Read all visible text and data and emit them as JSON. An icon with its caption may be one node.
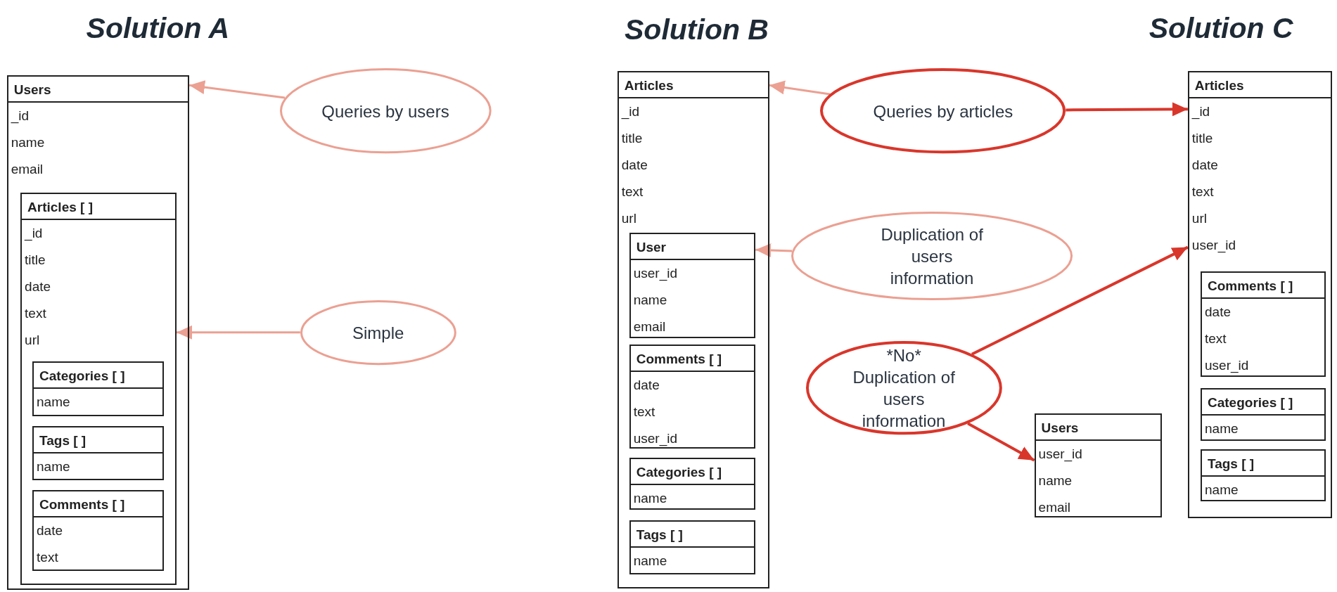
{
  "diagram": {
    "nodes": [
      {
        "text": [
          "Users",
          "_id",
          "name",
          "email"
        ]
      },
      {
        "text": [
          "Articles [ ]",
          "_id",
          "title",
          "date",
          "text",
          "url"
        ],
        "in": 0
      },
      {
        "text": [
          "Categories [ ]",
          "name"
        ],
        "in": 1
      },
      {
        "text": [
          "Tags [ ]",
          "name"
        ],
        "in": 1
      },
      {
        "text": [
          "Comments [ ]",
          "date",
          "text"
        ],
        "in": 1
      },
      {
        "text": [
          "Queries by users"
        ]
      },
      {
        "text": [
          "Simple"
        ]
      },
      {
        "text": [
          "Articles",
          "_id",
          "title",
          "date",
          "text",
          "url"
        ]
      },
      {
        "text": [
          "User",
          "user_id",
          "name",
          "email"
        ],
        "in": 7
      },
      {
        "text": [
          "Comments [ ]",
          "date",
          "text",
          "user_id"
        ],
        "in": 7
      },
      {
        "text": [
          "Categories [ ]",
          "name"
        ],
        "in": 7
      },
      {
        "text": [
          "Tags [ ]",
          "name"
        ],
        "in": 7
      },
      {
        "text": [
          "Queries by articles"
        ]
      },
      {
        "text": [
          "Duplication of users information"
        ]
      },
      {
        "text": [
          "*No* Duplication of users information"
        ]
      },
      {
        "text": [
          "Articles",
          "_id",
          "title",
          "date",
          "text",
          "url",
          "user_id"
        ]
      },
      {
        "text": [
          "Comments [ ]",
          "date",
          "text",
          "user_id"
        ],
        "in": 15
      },
      {
        "text": [
          "Categories [ ]",
          "name"
        ],
        "in": 15
      },
      {
        "text": [
          "Tags [ ]",
          "name"
        ],
        "in": 15
      },
      {
        "text": [
          "Users",
          "user_id",
          "name",
          "email"
        ]
      }
    ],
    "edges": [
      {
        "from": 5,
        "to": 0,
        "arrow": "to"
      },
      {
        "from": 6,
        "to": 1,
        "arrow": "to"
      },
      {
        "from": 12,
        "to": 7,
        "arrow": "to"
      },
      {
        "from": 12,
        "to": 15,
        "arrow": "to",
        "color": "#d9362b"
      },
      {
        "from": 13,
        "to": 8,
        "arrow": "to"
      },
      {
        "from": 14,
        "to": 15,
        "arrow": "to",
        "color": "#d9362b"
      },
      {
        "from": 14,
        "to": 19,
        "arrow": "to",
        "color": "#d9362b"
      }
    ],
    "labels": [
      "Solution A",
      "Solution B",
      "Solution C"
    ]
  }
}
